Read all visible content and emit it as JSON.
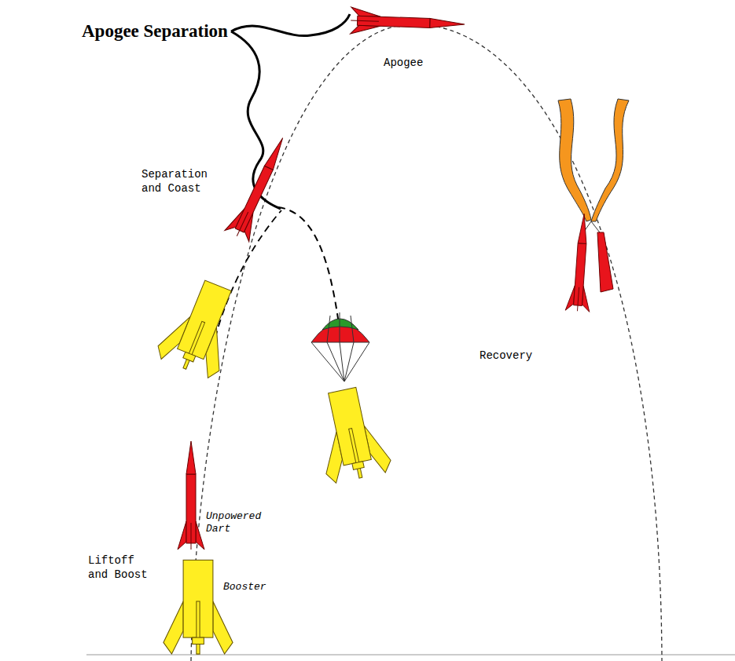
{
  "diagram": {
    "labels": [
      "Apogee Separation",
      "Apogee",
      "Separation and Coast",
      "Unpowered Dart",
      "Liftoff and Boost",
      "Booster",
      "Recovery"
    ]
  }
}
